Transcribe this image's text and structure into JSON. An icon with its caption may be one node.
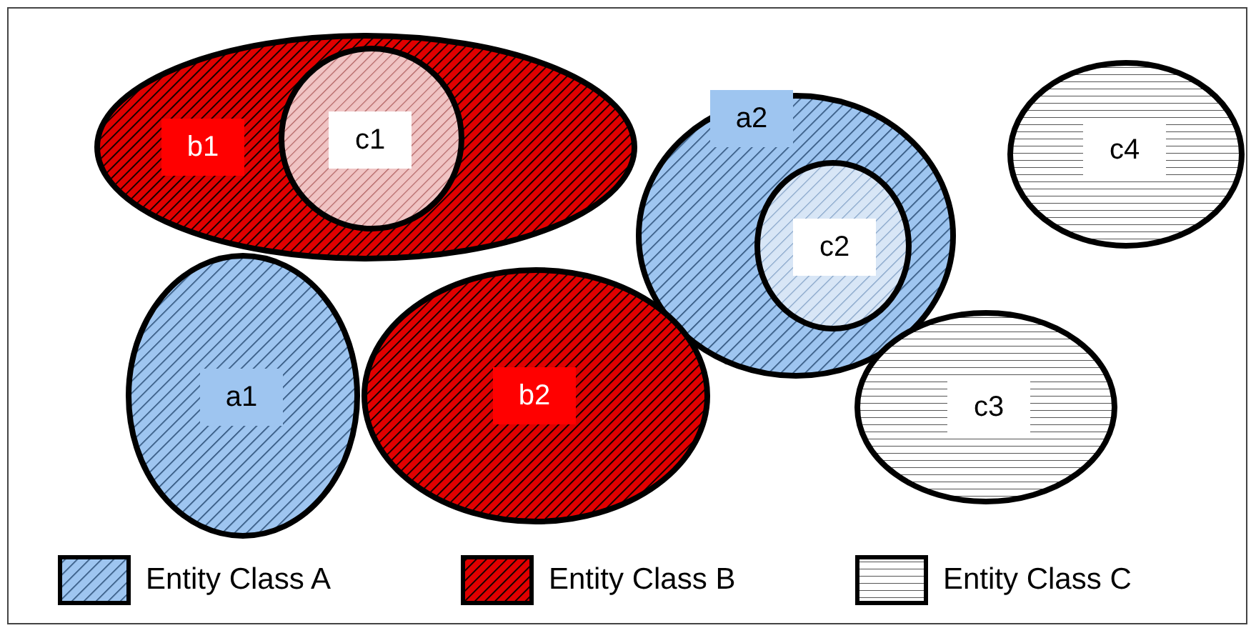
{
  "diagram": {
    "nodes": [
      {
        "text": [
          "b1"
        ]
      },
      {
        "text": [
          "c1"
        ],
        "in": 0
      },
      {
        "text": [
          "a2"
        ]
      },
      {
        "text": [
          "c2"
        ],
        "in": 2
      },
      {
        "text": [
          "c4"
        ]
      },
      {
        "text": [
          "a1"
        ]
      },
      {
        "text": [
          "b2"
        ]
      },
      {
        "text": [
          "c3"
        ]
      }
    ],
    "legend": [
      {
        "text": "Entity Class A"
      },
      {
        "text": "Entity Class B"
      },
      {
        "text": "Entity Class C"
      }
    ]
  }
}
